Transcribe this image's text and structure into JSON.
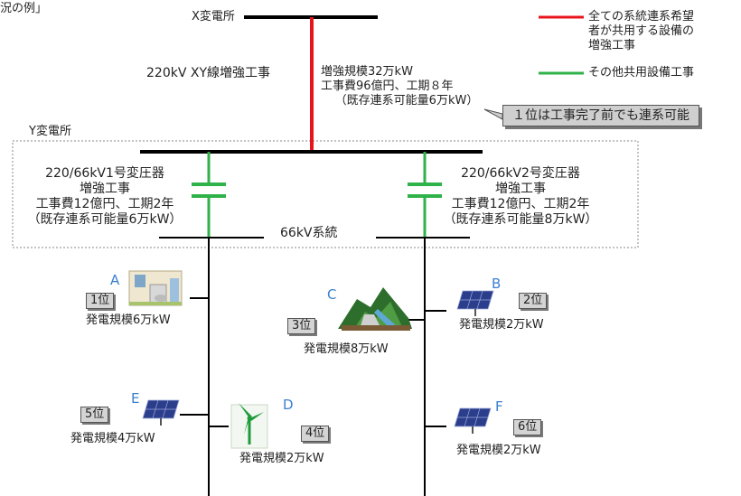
{
  "title_fragment": "況の例」",
  "substation_x": "X変電所",
  "substation_y": "Y変電所",
  "legend": {
    "red_label": "全ての系統連系希望者が共用する設備の増強工事",
    "red_lines": [
      "全ての系統連系希望",
      "者が共用する設備の",
      "増強工事"
    ],
    "green_label": "その他共用設備工事",
    "red_color": "#e8141c",
    "green_color": "#2fb24a"
  },
  "line_work": {
    "name": "220kV XY線増強工事",
    "details": [
      "増強規模32万kW",
      "工事費96億円、工期８年",
      "（既存連系可能量6万kW）"
    ]
  },
  "callout": "１位は工事完了前でも連系可能",
  "transformer1": [
    "220/66kV1号変圧器",
    "増強工事",
    "工事費12億円、工期2年",
    "（既存連系可能量6万kW）"
  ],
  "transformer2": [
    "220/66kV2号変圧器",
    "増強工事",
    "工事費12億円、工期2年",
    "（既存連系可能量8万kW）"
  ],
  "system_66kv": "66kV系統",
  "generators": [
    {
      "letter": "A",
      "rank": "1位",
      "scale": "発電規模6万kW",
      "icon": "factory-icon"
    },
    {
      "letter": "B",
      "rank": "2位",
      "scale": "発電規模2万kW",
      "icon": "solar-panel-icon"
    },
    {
      "letter": "C",
      "rank": "3位",
      "scale": "発電規模8万kW",
      "icon": "hydro-dam-icon"
    },
    {
      "letter": "D",
      "rank": "4位",
      "scale": "発電規模2万kW",
      "icon": "wind-turbine-icon"
    },
    {
      "letter": "E",
      "rank": "5位",
      "scale": "発電規模4万kW",
      "icon": "solar-panel-icon"
    },
    {
      "letter": "F",
      "rank": "6位",
      "scale": "発電規模2万kW",
      "icon": "solar-panel-icon"
    }
  ]
}
